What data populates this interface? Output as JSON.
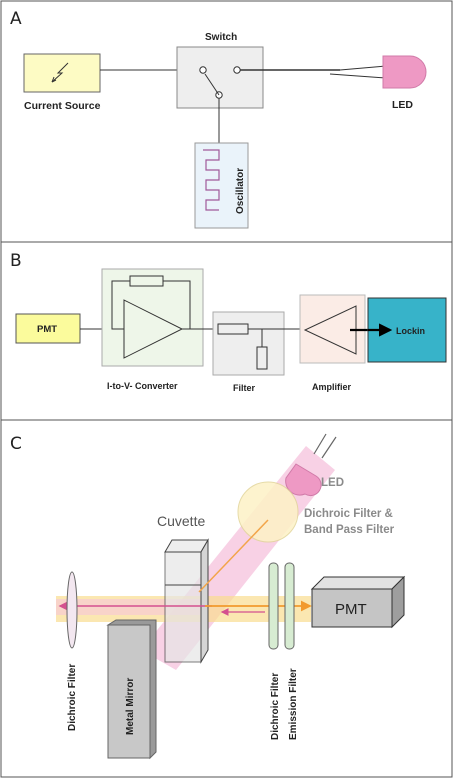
{
  "panels": {
    "a": {
      "letter": "A",
      "current_source": "Current Source",
      "switch": "Switch",
      "led": "LED",
      "oscillator": "Oscillator"
    },
    "b": {
      "letter": "B",
      "pmt": "PMT",
      "converter": "I-to-V- Converter",
      "filter": "Filter",
      "amplifier": "Amplifier",
      "lockin": "Lockin"
    },
    "c": {
      "letter": "C",
      "led": "LED",
      "dichroic_band_line1": "Dichroic Filter &",
      "dichroic_band_line2": "Band Pass Filter",
      "cuvette": "Cuvette",
      "pmt": "PMT",
      "dichroic_left": "Dichroic Filter",
      "metal_mirror": "Metal Mirror",
      "dichroic_right": "Dichroic Filter",
      "emission_filter": "Emission Filter"
    }
  },
  "colors": {
    "source_fill": "#fdfbc4",
    "pmt_fill": "#fbfb9c",
    "switch_fill": "#eeeeee",
    "oscillator_fill": "#eaf3fa",
    "converter_fill": "#eef6e9",
    "amplifier_fill": "#fbece6",
    "lockin_fill": "#37b3c9",
    "led_pink": "#ee99c4",
    "beam_pink": "#f6c2dc",
    "beam_orange": "#f9dd90"
  }
}
